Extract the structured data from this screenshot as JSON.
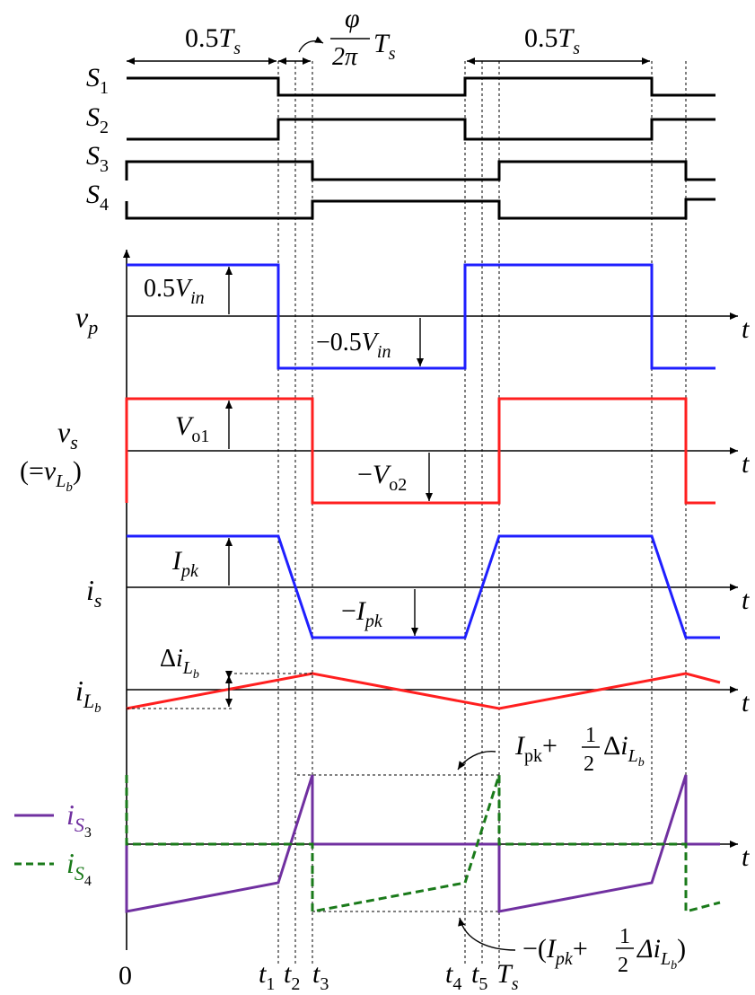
{
  "timing_labels": {
    "half_period_left": {
      "base": "0.5",
      "var": "T",
      "sub": "s"
    },
    "half_period_right": {
      "base": "0.5",
      "var": "T",
      "sub": "s"
    },
    "phase_shift": {
      "num": "φ",
      "den": "2π",
      "var": "T",
      "sub": "s"
    }
  },
  "switch_signals": [
    {
      "var": "S",
      "sub": "1"
    },
    {
      "var": "S",
      "sub": "2"
    },
    {
      "var": "S",
      "sub": "3"
    },
    {
      "var": "S",
      "sub": "4"
    }
  ],
  "waveforms": {
    "vp": {
      "var": "v",
      "sub": "p",
      "color": "#1f1fff",
      "pos_label": {
        "base": "0.5",
        "var": "V",
        "sub": "in"
      },
      "neg_label": {
        "base": "−0.5",
        "var": "V",
        "sub": "in"
      }
    },
    "vs": {
      "var": "v",
      "sub": "s",
      "alt_open": "(=",
      "alt_var": "v",
      "alt_sub": "L",
      "alt_subsub": "b",
      "alt_close": ")",
      "color": "#ff1f1f",
      "pos_label": {
        "var": "V",
        "sub": "o1"
      },
      "neg_label": {
        "base": "−",
        "var": "V",
        "sub": "o2"
      }
    },
    "is": {
      "var": "i",
      "sub": "s",
      "color": "#1f1fff",
      "pos_label": {
        "var": "I",
        "sub": "pk"
      },
      "neg_label": {
        "base": "−",
        "var": "I",
        "sub": "pk"
      }
    },
    "iLb": {
      "var": "i",
      "sub": "L",
      "subsub": "b",
      "color": "#ff1f1f",
      "ripple_label": {
        "base": "Δ",
        "var": "i",
        "sub": "L",
        "subsub": "b"
      }
    },
    "iS": {
      "peak_label": {
        "var": "I",
        "sub": "pk",
        "plus": "+",
        "frac_num": "1",
        "frac_den": "2",
        "delta": "Δ",
        "var2": "i",
        "sub2": "L",
        "subsub2": "b"
      },
      "trough_label": {
        "pre": "−(",
        "var": "I",
        "sub": "pk",
        "plus": "+",
        "frac_num": "1",
        "frac_den": "2",
        "delta": "Δ",
        "var2": "i",
        "sub2": "L",
        "subsub2": "b",
        "post": ")"
      }
    }
  },
  "legend": [
    {
      "var": "i",
      "sub": "S",
      "subsub": "3",
      "color": "#7030a0",
      "style": "solid"
    },
    {
      "var": "i",
      "sub": "S",
      "subsub": "4",
      "color": "#1a7a1a",
      "style": "dashed"
    }
  ],
  "axis_label": "t",
  "time_ticks": [
    {
      "text": "0"
    },
    {
      "var": "t",
      "sub": "1"
    },
    {
      "var": "t",
      "sub": "2"
    },
    {
      "var": "t",
      "sub": "3"
    },
    {
      "var": "t",
      "sub": "4"
    },
    {
      "var": "t",
      "sub": "5"
    },
    {
      "var": "T",
      "sub": "s"
    }
  ]
}
